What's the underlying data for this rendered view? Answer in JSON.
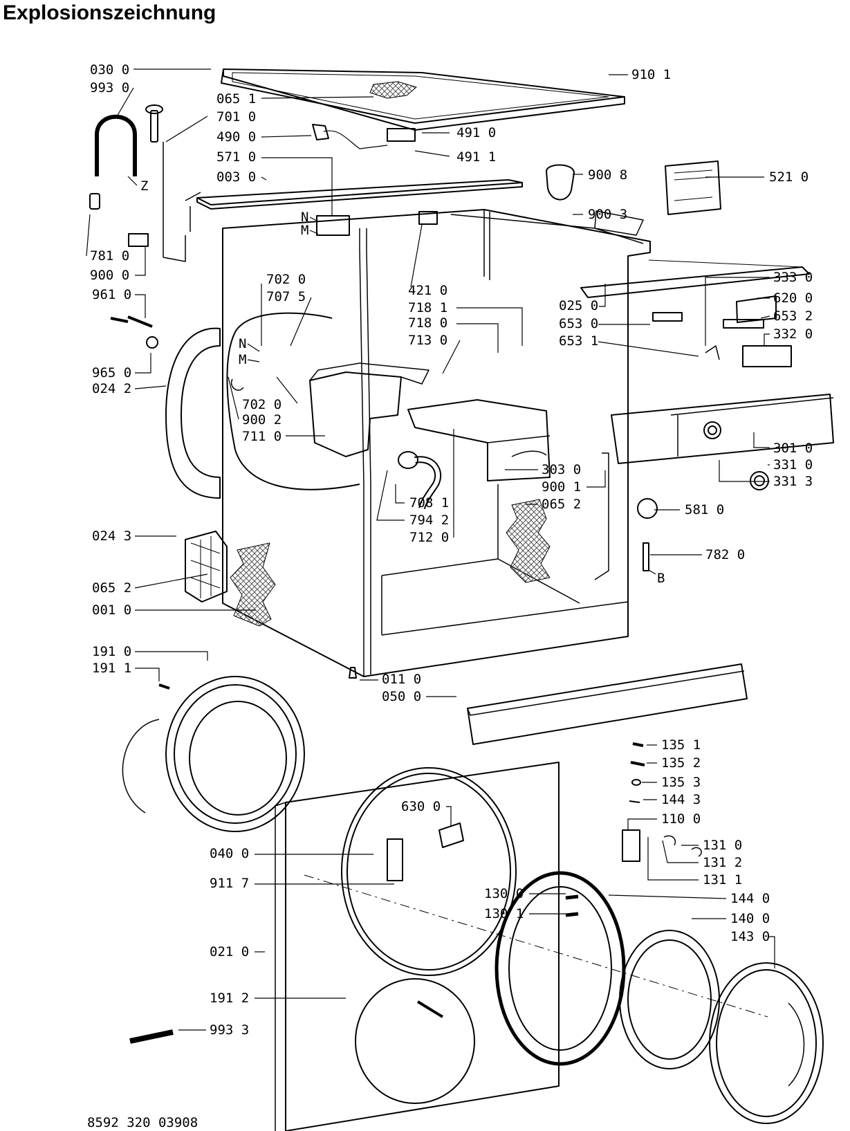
{
  "title": "Explosionszeichnung",
  "document_number": "8592 320 03908",
  "colors": {
    "ink": "#000000",
    "paper": "#ffffff",
    "hatch": "#555555"
  },
  "parts": [
    {
      "id": "030 0"
    },
    {
      "id": "993 0"
    },
    {
      "id": "065 1"
    },
    {
      "id": "701 0"
    },
    {
      "id": "490 0"
    },
    {
      "id": "491 0"
    },
    {
      "id": "491 1"
    },
    {
      "id": "571 0"
    },
    {
      "id": "003 0"
    },
    {
      "id": "910 1"
    },
    {
      "id": "900 8"
    },
    {
      "id": "521 0"
    },
    {
      "id": "900 3"
    },
    {
      "id": "781 0"
    },
    {
      "id": "900 0"
    },
    {
      "id": "421 0"
    },
    {
      "id": "702 0"
    },
    {
      "id": "707 5"
    },
    {
      "id": "961 0"
    },
    {
      "id": "718 1"
    },
    {
      "id": "718 0"
    },
    {
      "id": "713 0"
    },
    {
      "id": "333 0"
    },
    {
      "id": "025 0"
    },
    {
      "id": "620 0"
    },
    {
      "id": "653 0"
    },
    {
      "id": "653 2"
    },
    {
      "id": "653 1"
    },
    {
      "id": "332 0"
    },
    {
      "id": "965 0"
    },
    {
      "id": "024 2"
    },
    {
      "id": "702 0"
    },
    {
      "id": "900 2"
    },
    {
      "id": "711 0"
    },
    {
      "id": "301 0"
    },
    {
      "id": "331 0"
    },
    {
      "id": "303 0"
    },
    {
      "id": "331 3"
    },
    {
      "id": "900 1"
    },
    {
      "id": "708 1"
    },
    {
      "id": "065 2"
    },
    {
      "id": "794 2"
    },
    {
      "id": "581 0"
    },
    {
      "id": "712 0"
    },
    {
      "id": "024 3"
    },
    {
      "id": "782 0"
    },
    {
      "id": "065 2"
    },
    {
      "id": "001 0"
    },
    {
      "id": "191 0"
    },
    {
      "id": "191 1"
    },
    {
      "id": "011 0"
    },
    {
      "id": "050 0"
    },
    {
      "id": "135 1"
    },
    {
      "id": "135 2"
    },
    {
      "id": "135 3"
    },
    {
      "id": "144 3"
    },
    {
      "id": "630 0"
    },
    {
      "id": "110 0"
    },
    {
      "id": "040 0"
    },
    {
      "id": "131 0"
    },
    {
      "id": "131 2"
    },
    {
      "id": "131 1"
    },
    {
      "id": "911 7"
    },
    {
      "id": "130 0"
    },
    {
      "id": "144 0"
    },
    {
      "id": "130 1"
    },
    {
      "id": "140 0"
    },
    {
      "id": "021 0"
    },
    {
      "id": "143 0"
    },
    {
      "id": "191 2"
    },
    {
      "id": "993 3"
    }
  ],
  "letters": [
    {
      "text": "Z"
    },
    {
      "text": "N"
    },
    {
      "text": "M"
    },
    {
      "text": "N"
    },
    {
      "text": "M"
    },
    {
      "text": "B"
    }
  ]
}
